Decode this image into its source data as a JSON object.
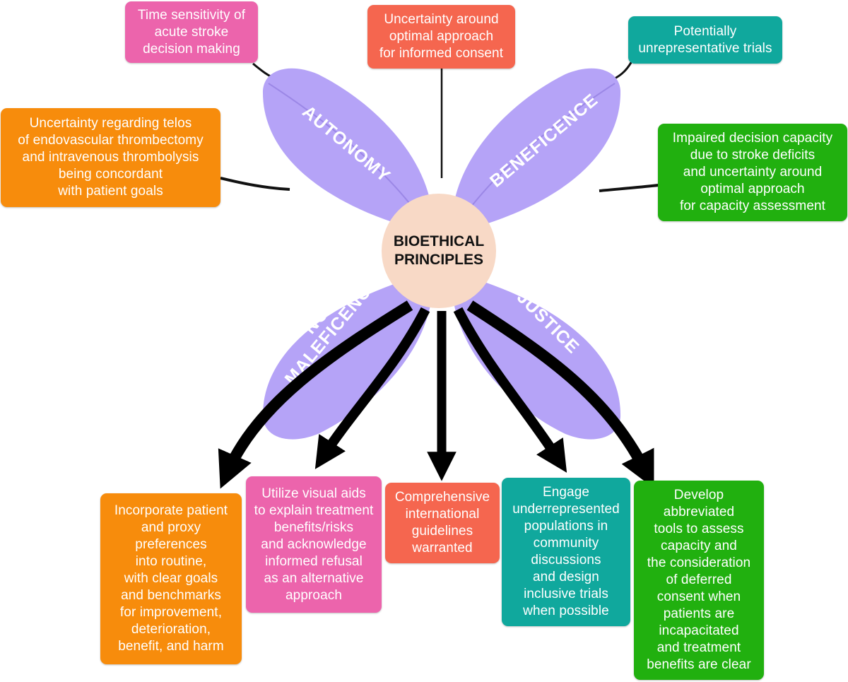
{
  "colors": {
    "petal": "#b5a3f7",
    "petal_vein": "#9b87e6",
    "center": "#f8d9c6",
    "pink": "#ec64ac",
    "salmon": "#f5664f",
    "teal": "#10a89d",
    "green": "#21b00f",
    "orange": "#f78c0c",
    "line": "#111111"
  },
  "center": {
    "line1": "BIOETHICAL",
    "line2": "PRINCIPLES"
  },
  "petals": {
    "autonomy": "AUTONOMY",
    "beneficence": "BENEFICENCE",
    "nonmaleficence_line1": "NON-",
    "nonmaleficence_line2": "MALEFICENCE",
    "justice": "JUSTICE"
  },
  "challenges": {
    "time_sensitivity": "Time sensitivity of\nacute stroke\ndecision making",
    "informed_consent": "Uncertainty around\noptimal approach\nfor informed consent",
    "unrepresentative_trials": "Potentially\nunrepresentative trials",
    "telos": "Uncertainty regarding telos\nof endovascular thrombectomy\nand intravenous thrombolysis\nbeing concordant\nwith patient goals",
    "decision_capacity": "Impaired decision capacity\ndue to stroke deficits\nand uncertainty around\noptimal approach\nfor capacity assessment"
  },
  "recommendations": {
    "patient_preferences": "Incorporate patient\nand proxy\npreferences\ninto routine,\nwith clear goals\nand benchmarks\nfor improvement,\ndeterioration,\nbenefit, and harm",
    "visual_aids": "Utilize visual aids\nto explain treatment\nbenefits/risks\nand acknowledge\ninformed refusal\nas an alternative\napproach",
    "guidelines": "Comprehensive\ninternational\nguidelines\nwarranted",
    "underrepresented": "Engage\nunderrepresented\npopulations in\ncommunity\ndiscussions\nand design\ninclusive trials\nwhen possible",
    "abbreviated_tools": "Develop\nabbreviated\ntools to assess\ncapacity and\nthe consideration\nof deferred\nconsent when\npatients are\nincapacitated\nand treatment\nbenefits are clear"
  }
}
